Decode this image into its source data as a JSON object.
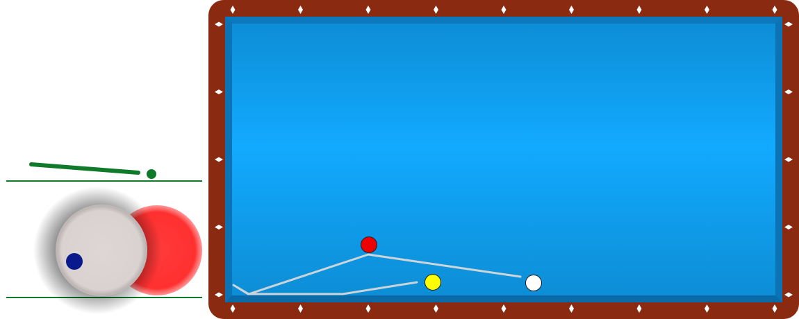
{
  "colors": {
    "rail": "#8a2a10",
    "cloth_light": "#12aaff",
    "cloth_dark": "#0d8ed6",
    "cushion": "#0a6aa8",
    "diamond": "#ffffff",
    "trajectory": "#d8d8d8",
    "cue_stick": "#0e7a2a",
    "guide_line": "#0e7a2a",
    "cue_ball_face": "#ddd6d4",
    "object_ball_face": "#ff3030",
    "tip_marker": "#0a1a8c"
  },
  "balls": [
    {
      "name": "red-ball",
      "color": "#ee0000"
    },
    {
      "name": "yellow-ball",
      "color": "#ffff00"
    },
    {
      "name": "white-ball",
      "color": "#ffffff"
    }
  ],
  "diamonds": {
    "long_rail_count": 9,
    "short_rail_count": 5
  },
  "icons": {
    "cue_stick": "cue-stick-icon",
    "cue_tip_dot": "cue-tip-dot-icon",
    "cue_ball_view": "cue-ball-icon",
    "object_ball_view": "object-ball-icon",
    "spin_marker": "spin-marker-icon"
  }
}
